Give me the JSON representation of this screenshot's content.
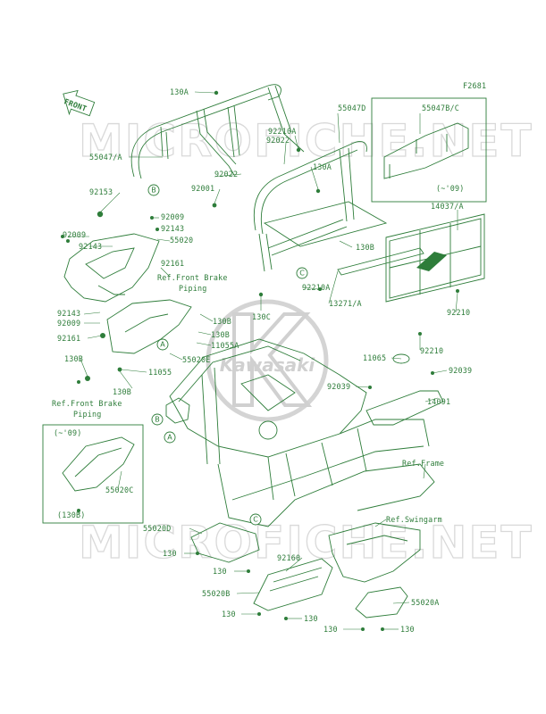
{
  "figure_code": "F2681",
  "front_label": "FRONT",
  "watermark": {
    "top": "MICROFICHE.NET",
    "bottom": "MICROFICHE.NET",
    "logo_text": "Kawasaki"
  },
  "labels": [
    {
      "id": "130A-top",
      "text": "130A"
    },
    {
      "id": "55047D",
      "text": "55047D"
    },
    {
      "id": "55047BC",
      "text": "55047B/C"
    },
    {
      "id": "92210A-top",
      "text": "92210A"
    },
    {
      "id": "92022-a",
      "text": "92022"
    },
    {
      "id": "55047A",
      "text": "55047/A"
    },
    {
      "id": "130A-mid",
      "text": "130A"
    },
    {
      "id": "92022-b",
      "text": "92022"
    },
    {
      "id": "92001",
      "text": "92001"
    },
    {
      "id": "92153",
      "text": "92153"
    },
    {
      "id": "to09-a",
      "text": "(~'09)"
    },
    {
      "id": "14037A",
      "text": "14037/A"
    },
    {
      "id": "92009-a",
      "text": "92009"
    },
    {
      "id": "92143-a",
      "text": "92143"
    },
    {
      "id": "92009-b",
      "text": "92009"
    },
    {
      "id": "55020",
      "text": "55020"
    },
    {
      "id": "92143-b",
      "text": "92143"
    },
    {
      "id": "130B-a",
      "text": "130B"
    },
    {
      "id": "92161-a",
      "text": "92161"
    },
    {
      "id": "ref-fbp-1",
      "text": "Ref.Front Brake"
    },
    {
      "id": "ref-fbp-2",
      "text": "Piping"
    },
    {
      "id": "92210A-mid",
      "text": "92210A"
    },
    {
      "id": "13271A",
      "text": "13271/A"
    },
    {
      "id": "130C",
      "text": "130C"
    },
    {
      "id": "92210-a",
      "text": "92210"
    },
    {
      "id": "92143-c",
      "text": "92143"
    },
    {
      "id": "92009-c",
      "text": "92009"
    },
    {
      "id": "130B-b",
      "text": "130B"
    },
    {
      "id": "130B-c",
      "text": "130B"
    },
    {
      "id": "11055A",
      "text": "11055A"
    },
    {
      "id": "92161-b",
      "text": "92161"
    },
    {
      "id": "55020E",
      "text": "55020E"
    },
    {
      "id": "92210-b",
      "text": "92210"
    },
    {
      "id": "130B-d",
      "text": "130B"
    },
    {
      "id": "11055",
      "text": "11055"
    },
    {
      "id": "11065",
      "text": "11065"
    },
    {
      "id": "92039-a",
      "text": "92039"
    },
    {
      "id": "92039-b",
      "text": "92039"
    },
    {
      "id": "130B-e",
      "text": "130B"
    },
    {
      "id": "ref-fbp-3",
      "text": "Ref.Front Brake"
    },
    {
      "id": "ref-fbp-4",
      "text": "Piping"
    },
    {
      "id": "14091",
      "text": "14091"
    },
    {
      "id": "to09-b",
      "text": "(~'09)"
    },
    {
      "id": "ref-frame",
      "text": "Ref.Frame"
    },
    {
      "id": "55020C",
      "text": "55020C"
    },
    {
      "id": "130B-f",
      "text": "(130B)"
    },
    {
      "id": "ref-swingarm",
      "text": "Ref.Swingarm"
    },
    {
      "id": "55020D",
      "text": "55020D"
    },
    {
      "id": "130-a",
      "text": "130"
    },
    {
      "id": "130-b",
      "text": "130"
    },
    {
      "id": "92160",
      "text": "92160"
    },
    {
      "id": "55020B",
      "text": "55020B"
    },
    {
      "id": "55020A",
      "text": "55020A"
    },
    {
      "id": "130-c",
      "text": "130"
    },
    {
      "id": "130-d",
      "text": "130"
    },
    {
      "id": "130-e",
      "text": "130"
    },
    {
      "id": "130-f",
      "text": "130"
    }
  ],
  "callouts": [
    {
      "id": "B-top",
      "text": "B"
    },
    {
      "id": "C-top",
      "text": "C"
    },
    {
      "id": "A-left",
      "text": "A"
    },
    {
      "id": "B-left",
      "text": "B"
    },
    {
      "id": "A-frame",
      "text": "A"
    },
    {
      "id": "C-bottom",
      "text": "C"
    }
  ]
}
